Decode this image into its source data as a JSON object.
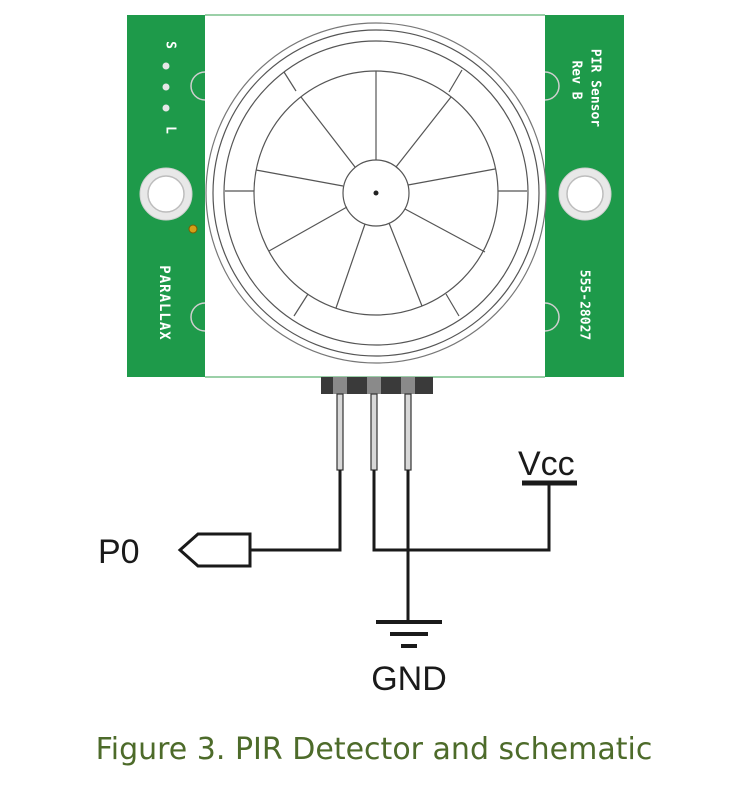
{
  "board": {
    "pin_labels": [
      "S",
      "L"
    ],
    "title_line1": "PIR Sensor",
    "title_line2": "Rev B",
    "part_number": "555-28027",
    "brand": "PARALLAX"
  },
  "schematic": {
    "vcc_label": "Vcc",
    "signal_label": "P0",
    "ground_label": "GND"
  },
  "caption": "Figure 3. PIR Detector and schematic",
  "colors": {
    "pcb_green": "#1e9a4a",
    "lens_white": "#ffffff",
    "caption_green": "#4d6b2a"
  }
}
